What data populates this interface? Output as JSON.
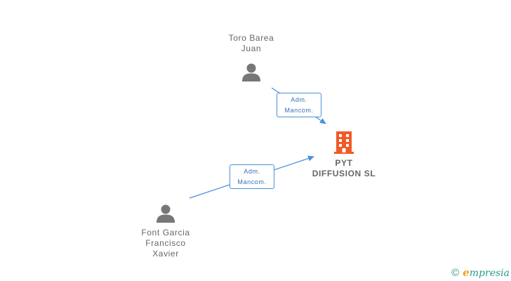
{
  "nodes": {
    "person1": {
      "name_line1": "Toro Barea",
      "name_line2": "Juan"
    },
    "person2": {
      "name_line1": "Font Garcia",
      "name_line2": "Francisco",
      "name_line3": "Xavier"
    },
    "company": {
      "name_line1": "PYT",
      "name_line2": "DIFFUSION  SL"
    }
  },
  "edges": [
    {
      "from": "person1",
      "to": "company",
      "role_line1": "Adm.",
      "role_line2": "Mancom."
    },
    {
      "from": "person2",
      "to": "company",
      "role_line1": "Adm.",
      "role_line2": "Mancom."
    }
  ],
  "colors": {
    "person_icon": "#777777",
    "company_icon": "#f05a28",
    "edge": "#4a90d9",
    "label": "#666666"
  },
  "footer": {
    "copyright_symbol": "©",
    "brand_first_letter": "e",
    "brand_rest": "mpresia"
  }
}
